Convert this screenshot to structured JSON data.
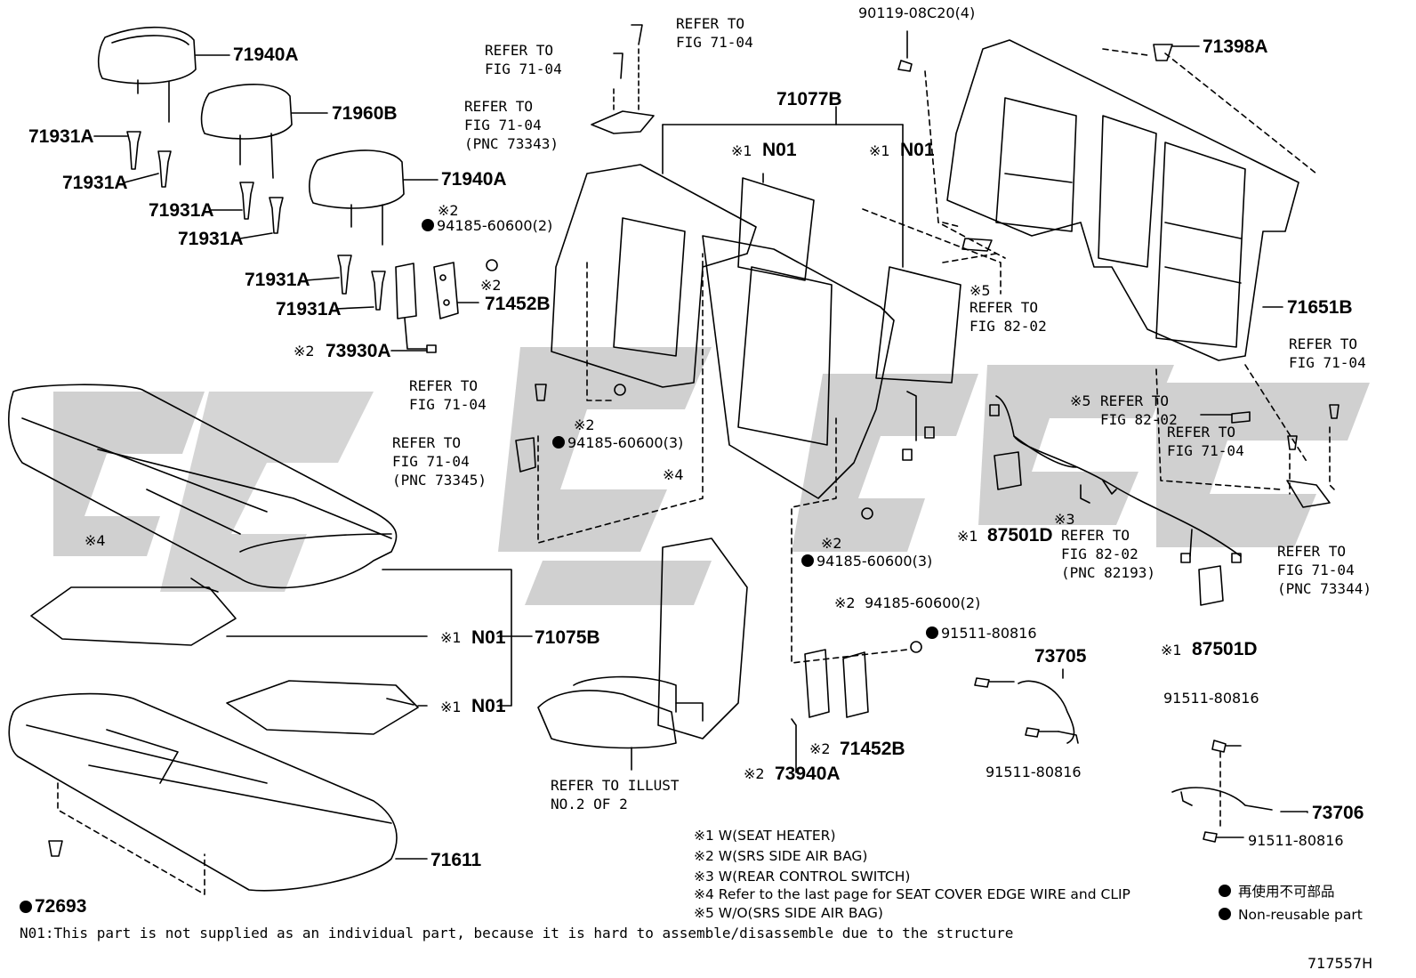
{
  "labels": {
    "l71940a_top": "71940A",
    "l71960b": "71960B",
    "l71940a_mid": "71940A",
    "l71931a_1": "71931A",
    "l71931a_2": "71931A",
    "l71931a_3": "71931A",
    "l71931a_4": "71931A",
    "l71931a_5": "71931A",
    "l71931a_6": "71931A",
    "l71452b_left": "71452B",
    "l73930a": "73930A",
    "l71077b": "71077B",
    "n01_a": "N01",
    "n01_b": "N01",
    "n01_c": "N01",
    "n01_d": "N01",
    "l71075b": "71075B",
    "l71611": "71611",
    "l72693": "72693",
    "l71398a": "71398A",
    "l71651b": "71651B",
    "l87501d_a": "87501D",
    "l87501d_b": "87501D",
    "l73705": "73705",
    "l73706": "73706",
    "l71452b_right": "71452B",
    "l73940a": "73940A"
  },
  "part_codes": {
    "c90119": "90119-08C20(4)",
    "c94185_a": "94185-60600(2)",
    "c94185_b": "94185-60600(3)",
    "c94185_c": "94185-60600(3)",
    "c94185_d": "94185-60600(2)",
    "c91511_a": "91511-80816",
    "c91511_b": "91511-80816",
    "c91511_c": "91511-80816",
    "c91511_d": "91511-80816"
  },
  "refs": {
    "r1": "REFER TO\nFIG 71-04",
    "r2": "REFER TO\nFIG 71-04",
    "r3": "REFER TO\nFIG 71-04\n(PNC 73343)",
    "r4": "REFER TO\nFIG 71-04",
    "r5": "REFER TO\nFIG 71-04\n(PNC 73345)",
    "r6": "REFER TO\nFIG 82-02",
    "r7": "REFER TO\nFIG 82-02",
    "r8": "REFER TO\nFIG 71-04",
    "r9": "REFER TO\nFIG 71-04",
    "r10": "REFER TO\nFIG 82-02\n(PNC 82193)",
    "r11": "REFER TO\nFIG 71-04\n(PNC 73344)",
    "r12": "REFER TO ILLUST\nNO.2 OF 2"
  },
  "marks": {
    "m1": "※1",
    "m2": "※2",
    "m3": "※3",
    "m4": "※4",
    "m5": "※5"
  },
  "notes": [
    "※1 W(SEAT HEATER)",
    "※2 W(SRS SIDE AIR BAG)",
    "※3 W(REAR CONTROL SWITCH)",
    "※4 Refer to the last page for SEAT COVER EDGE WIRE and CLIP",
    "※5 W/O(SRS SIDE AIR BAG)"
  ],
  "legend": {
    "jp": "再使用不可部品",
    "en": "Non-reusable part"
  },
  "footnote": "N01:This part is not supplied as an individual part, because it is hard to assemble/disassemble due to the structure",
  "illustration_id": "717557H",
  "colors": {
    "ink": "#000000",
    "watermark": "#c8c8c8",
    "paper": "#ffffff"
  }
}
